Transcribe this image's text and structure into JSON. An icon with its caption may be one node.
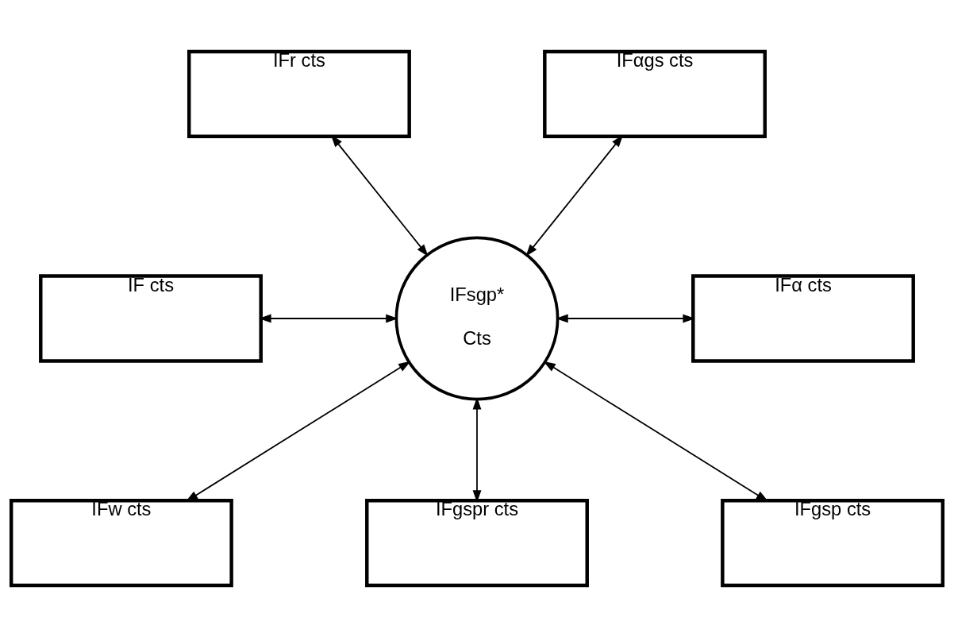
{
  "diagram": {
    "nodes": [
      {
        "text": [
          "IFr cts"
        ]
      },
      {
        "text": [
          "IFαgs cts"
        ]
      },
      {
        "text": [
          "IF cts"
        ]
      },
      {
        "text": [
          "IFsgp*",
          "Cts"
        ]
      },
      {
        "text": [
          "IFα cts"
        ]
      },
      {
        "text": [
          "IFw cts"
        ]
      },
      {
        "text": [
          "IFgspr cts"
        ]
      },
      {
        "text": [
          "IFgsp cts"
        ]
      }
    ],
    "edges": [
      {
        "from": 0,
        "to": 3,
        "arrow": "both"
      },
      {
        "from": 1,
        "to": 3,
        "arrow": "both"
      },
      {
        "from": 2,
        "to": 3,
        "arrow": "both"
      },
      {
        "from": 3,
        "to": 4,
        "arrow": "both"
      },
      {
        "from": 3,
        "to": 5,
        "arrow": "both"
      },
      {
        "from": 3,
        "to": 6,
        "arrow": "both"
      },
      {
        "from": 3,
        "to": 7,
        "arrow": "both"
      }
    ]
  }
}
